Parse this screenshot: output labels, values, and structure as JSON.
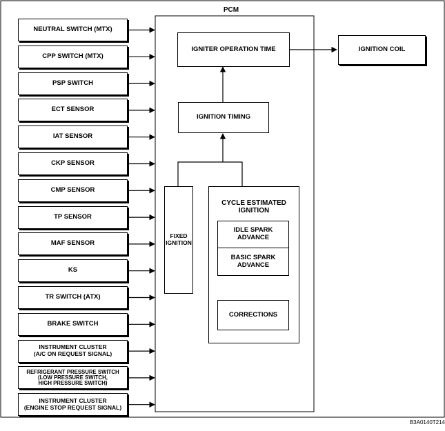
{
  "inputs": [
    "NEUTRAL SWITCH (MTX)",
    "CPP SWITCH (MTX)",
    "PSP SWITCH",
    "ECT SENSOR",
    "IAT SENSOR",
    "CKP SENSOR",
    "CMP SENSOR",
    "TP SENSOR",
    "MAF SENSOR",
    "KS",
    "TR SWITCH (ATX)",
    "BRAKE SWITCH",
    "INSTRUMENT CLUSTER\n(A/C ON REQUEST SIGNAL)",
    "REFRIGERANT PRESSURE SWITCH\n(LOW PRESSURE SWITCH,\nHIGH PRESSURE SWITCH)",
    "INSTRUMENT CLUSTER\n(ENGINE STOP REQUEST SIGNAL)"
  ],
  "pcm": {
    "title": "PCM",
    "igniter_operation_time": "IGNITER OPERATION TIME",
    "ignition_timing": "IGNITION TIMING",
    "fixed_ignition": "FIXED\nIGNITION",
    "cycle_estimated_ignition": "CYCLE ESTIMATED\nIGNITION",
    "idle_spark_advance": "IDLE SPARK\nADVANCE",
    "basic_spark_advance": "BASIC SPARK\nADVANCE",
    "corrections": "CORRECTIONS"
  },
  "output": "IGNITION COIL",
  "figure_code": "B3A0140T214"
}
